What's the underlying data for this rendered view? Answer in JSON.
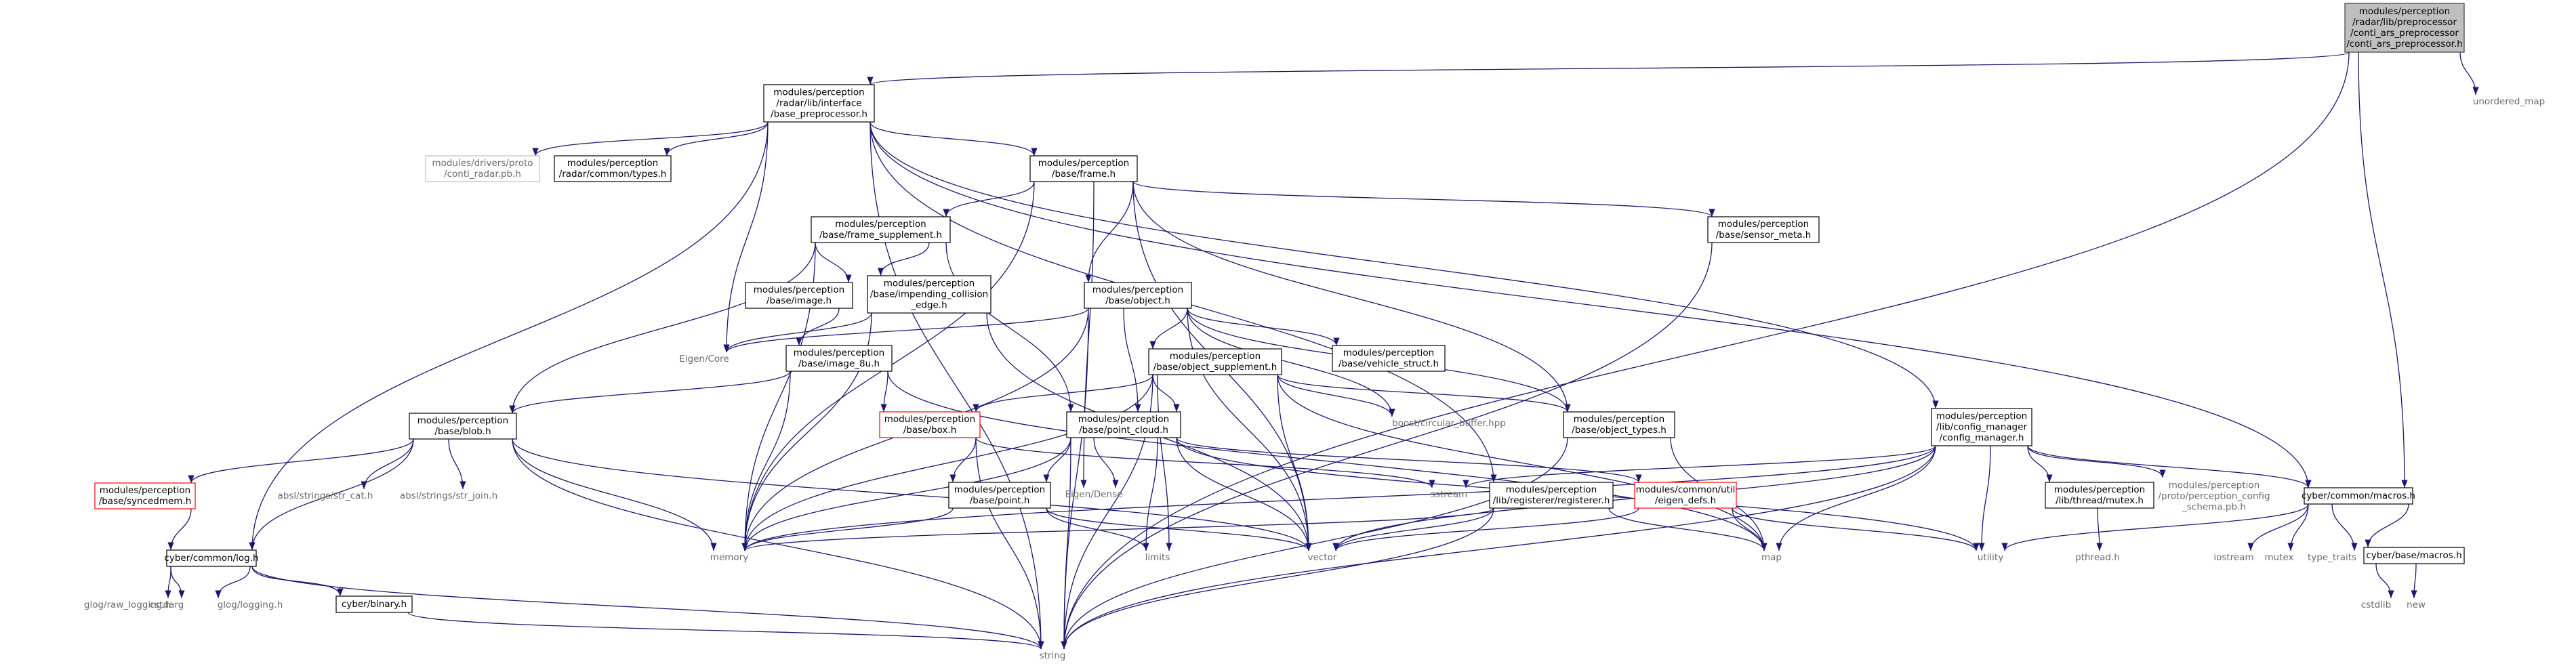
{
  "graph": {
    "root": {
      "label": [
        "modules/perception",
        "/radar/lib/preprocessor",
        "/conti_ars_preprocessor",
        "/conti_ars_preprocessor.h"
      ]
    },
    "nodes": {
      "base_preprocessor": [
        "modules/perception",
        "/radar/lib/interface",
        "/base_preprocessor.h"
      ],
      "unordered_map": [
        "unordered_map"
      ],
      "string": [
        "string"
      ],
      "conti_radar_pb": [
        "modules/drivers/proto",
        "/conti_radar.pb.h"
      ],
      "radar_types": [
        "modules/perception",
        "/radar/common/types.h"
      ],
      "frame": [
        "modules/perception",
        "/base/frame.h"
      ],
      "config_manager": [
        "modules/perception",
        "/lib/config_manager",
        "/config_manager.h"
      ],
      "cyber_macros": [
        "cyber/common/macros.h"
      ],
      "cyber_log": [
        "cyber/common/log.h"
      ],
      "eigen_core": [
        "Eigen/Core"
      ],
      "memory": [
        "memory"
      ],
      "frame_supplement": [
        "modules/perception",
        "/base/frame_supplement.h"
      ],
      "sensor_meta": [
        "modules/perception",
        "/base/sensor_meta.h"
      ],
      "object": [
        "modules/perception",
        "/base/object.h"
      ],
      "object_types": [
        "modules/perception",
        "/base/object_types.h"
      ],
      "image": [
        "modules/perception",
        "/base/image.h"
      ],
      "impending": [
        "modules/perception",
        "/base/impending_collision",
        "_edge.h"
      ],
      "image_8u": [
        "modules/perception",
        "/base/image_8u.h"
      ],
      "blob": [
        "modules/perception",
        "/base/blob.h"
      ],
      "object_supplement": [
        "modules/perception",
        "/base/object_supplement.h"
      ],
      "vehicle_struct": [
        "modules/perception",
        "/base/vehicle_struct.h"
      ],
      "circular_buffer": [
        "boost/circular_buffer.hpp"
      ],
      "box": [
        "modules/perception",
        "/base/box.h"
      ],
      "point_cloud": [
        "modules/perception",
        "/base/point_cloud.h"
      ],
      "syncedmem": [
        "modules/perception",
        "/base/syncedmem.h"
      ],
      "str_cat": [
        "absl/strings/str_cat.h"
      ],
      "str_join": [
        "absl/strings/str_join.h"
      ],
      "eigen_dense": [
        "Eigen/Dense"
      ],
      "point": [
        "modules/perception",
        "/base/point.h"
      ],
      "sstream": [
        "sstream"
      ],
      "registerer": [
        "modules/perception",
        "/lib/registerer/registerer.h"
      ],
      "eigen_defs": [
        "modules/common/util",
        "/eigen_defs.h"
      ],
      "map": [
        "map"
      ],
      "utility": [
        "utility"
      ],
      "thread_mutex": [
        "modules/perception",
        "/lib/thread/mutex.h"
      ],
      "perception_config_pb": [
        "modules/perception",
        "/proto/perception_config",
        "_schema.pb.h"
      ],
      "limits": [
        "limits"
      ],
      "vector": [
        "vector"
      ],
      "pthread": [
        "pthread.h"
      ],
      "iostream": [
        "iostream"
      ],
      "mutex": [
        "mutex"
      ],
      "type_traits": [
        "type_traits"
      ],
      "cyber_base_macros": [
        "cyber/base/macros.h"
      ],
      "glog_raw_logging": [
        "glog/raw_logging.h"
      ],
      "cstdarg": [
        "cstdarg"
      ],
      "glog_logging": [
        "glog/logging.h"
      ],
      "cyber_binary": [
        "cyber/binary.h"
      ],
      "cstdlib": [
        "cstdlib"
      ],
      "new": [
        "new"
      ]
    }
  }
}
